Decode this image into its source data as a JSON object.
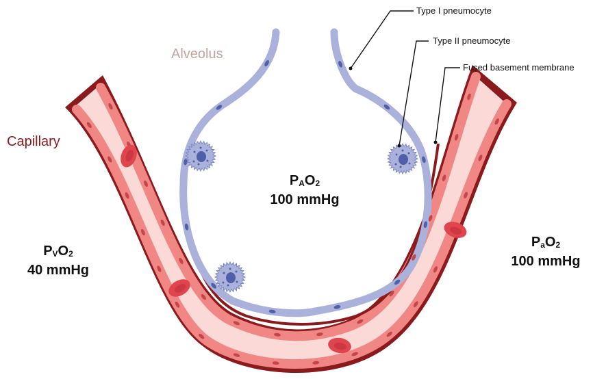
{
  "colors": {
    "vessel_wall": "#8b1a1c",
    "vessel_lumen": "#fbd9d7",
    "endothelium": "#f08784",
    "endothelium_stroke": "#c4454a",
    "epithelium": "#aab2dc",
    "epithelium_stroke": "#7f89c2",
    "nucleus": "#4f5fa8",
    "rbc": "#e0454e",
    "alveolus_label": "#c4a29c",
    "capillary_label": "#8b1a1c"
  },
  "labels": {
    "alveolus": "Alveolus",
    "capillary": "Capillary",
    "type1": "Type I pneumocyte",
    "type2": "Type II pneumocyte",
    "membrane": "Fused basement membrane"
  },
  "pressures": {
    "alveolar": {
      "p": "P",
      "sub": "A",
      "o": "O",
      "two": "2",
      "value": "100 mmHg"
    },
    "venous": {
      "p": "P",
      "sub": "V",
      "o": "O",
      "two": "2",
      "value": "40 mmHg"
    },
    "arterial": {
      "p": "P",
      "sub": "a",
      "o": "O",
      "two": "2",
      "value": "100 mmHg"
    }
  }
}
